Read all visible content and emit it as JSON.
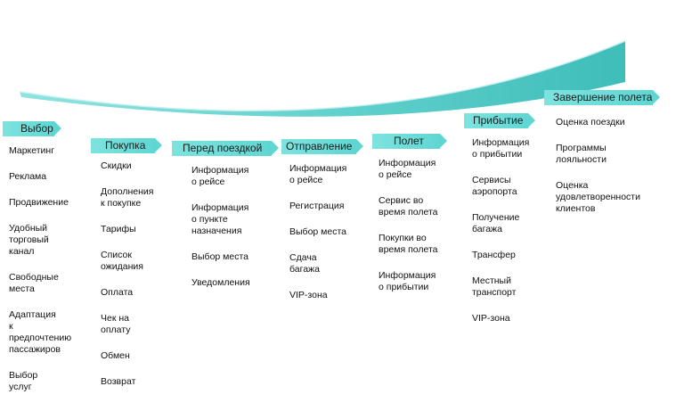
{
  "accent_color": "#5fd6d2",
  "stages": [
    {
      "title": "Выбор",
      "items": [
        "Маркетинг",
        "Реклама",
        "Продвижение",
        "Удобный\nторговый\nканал",
        "Свободные\nместа",
        "Адаптация к\nпредпочтению\nпассажиров",
        "Выбор услуг"
      ]
    },
    {
      "title": "Покупка",
      "items": [
        "Скидки",
        "Дополнения\nк покупке",
        "Тарифы",
        "Список\nожидания",
        "Оплата",
        "Чек на\nоплату",
        "Обмен",
        "Возврат"
      ]
    },
    {
      "title": "Перед поездкой",
      "items": [
        "Информация\nо рейсе",
        "Информация\nо пункте\nназначения",
        "Выбор места",
        "Уведомления"
      ]
    },
    {
      "title": "Отправление",
      "items": [
        "Информация\nо рейсе",
        "Регистрация",
        "Выбор места",
        "Сдача\nбагажа",
        "VIP-зона"
      ]
    },
    {
      "title": "Полет",
      "items": [
        "Информация\nо рейсе",
        "Сервис во\nвремя полета",
        "Покупки во\nвремя полета",
        "Информация\nо прибытии"
      ]
    },
    {
      "title": "Прибытие",
      "items": [
        "Информация\nо прибытии",
        "Сервисы\nаэропорта",
        "Получение\nбагажа",
        "Трансфер",
        "Местный\nтранспорт",
        "VIP-зона"
      ]
    },
    {
      "title": "Завершение полета",
      "items": [
        "Оценка поездки",
        "Программы лояльности",
        "Оценка удовлетворенности\nклиентов"
      ]
    }
  ]
}
